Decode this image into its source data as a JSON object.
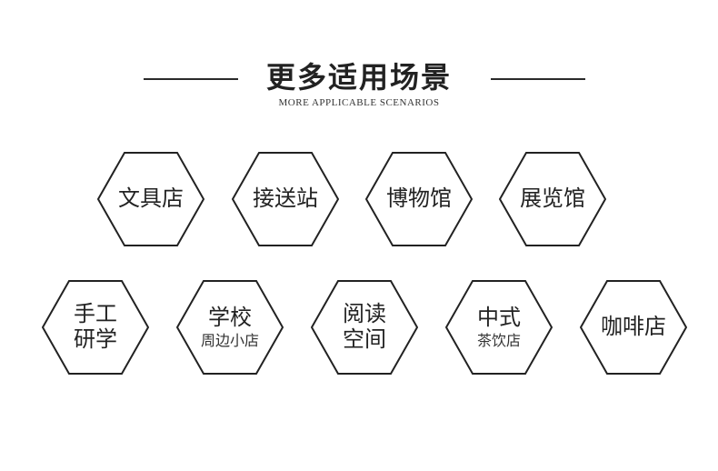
{
  "header": {
    "title": "更多适用场景",
    "subtitle": "MORE APPLICABLE SCENARIOS"
  },
  "row1": [
    {
      "line1": "文具店"
    },
    {
      "line1": "接送站"
    },
    {
      "line1": "博物馆"
    },
    {
      "line1": "展览馆"
    }
  ],
  "row2": [
    {
      "line1": "手工",
      "line2": "研学"
    },
    {
      "line1": "学校",
      "small": "周边小店"
    },
    {
      "line1": "阅读",
      "line2": "空间"
    },
    {
      "line1": "中式",
      "small": "茶饮店"
    },
    {
      "line1": "咖啡店"
    }
  ]
}
